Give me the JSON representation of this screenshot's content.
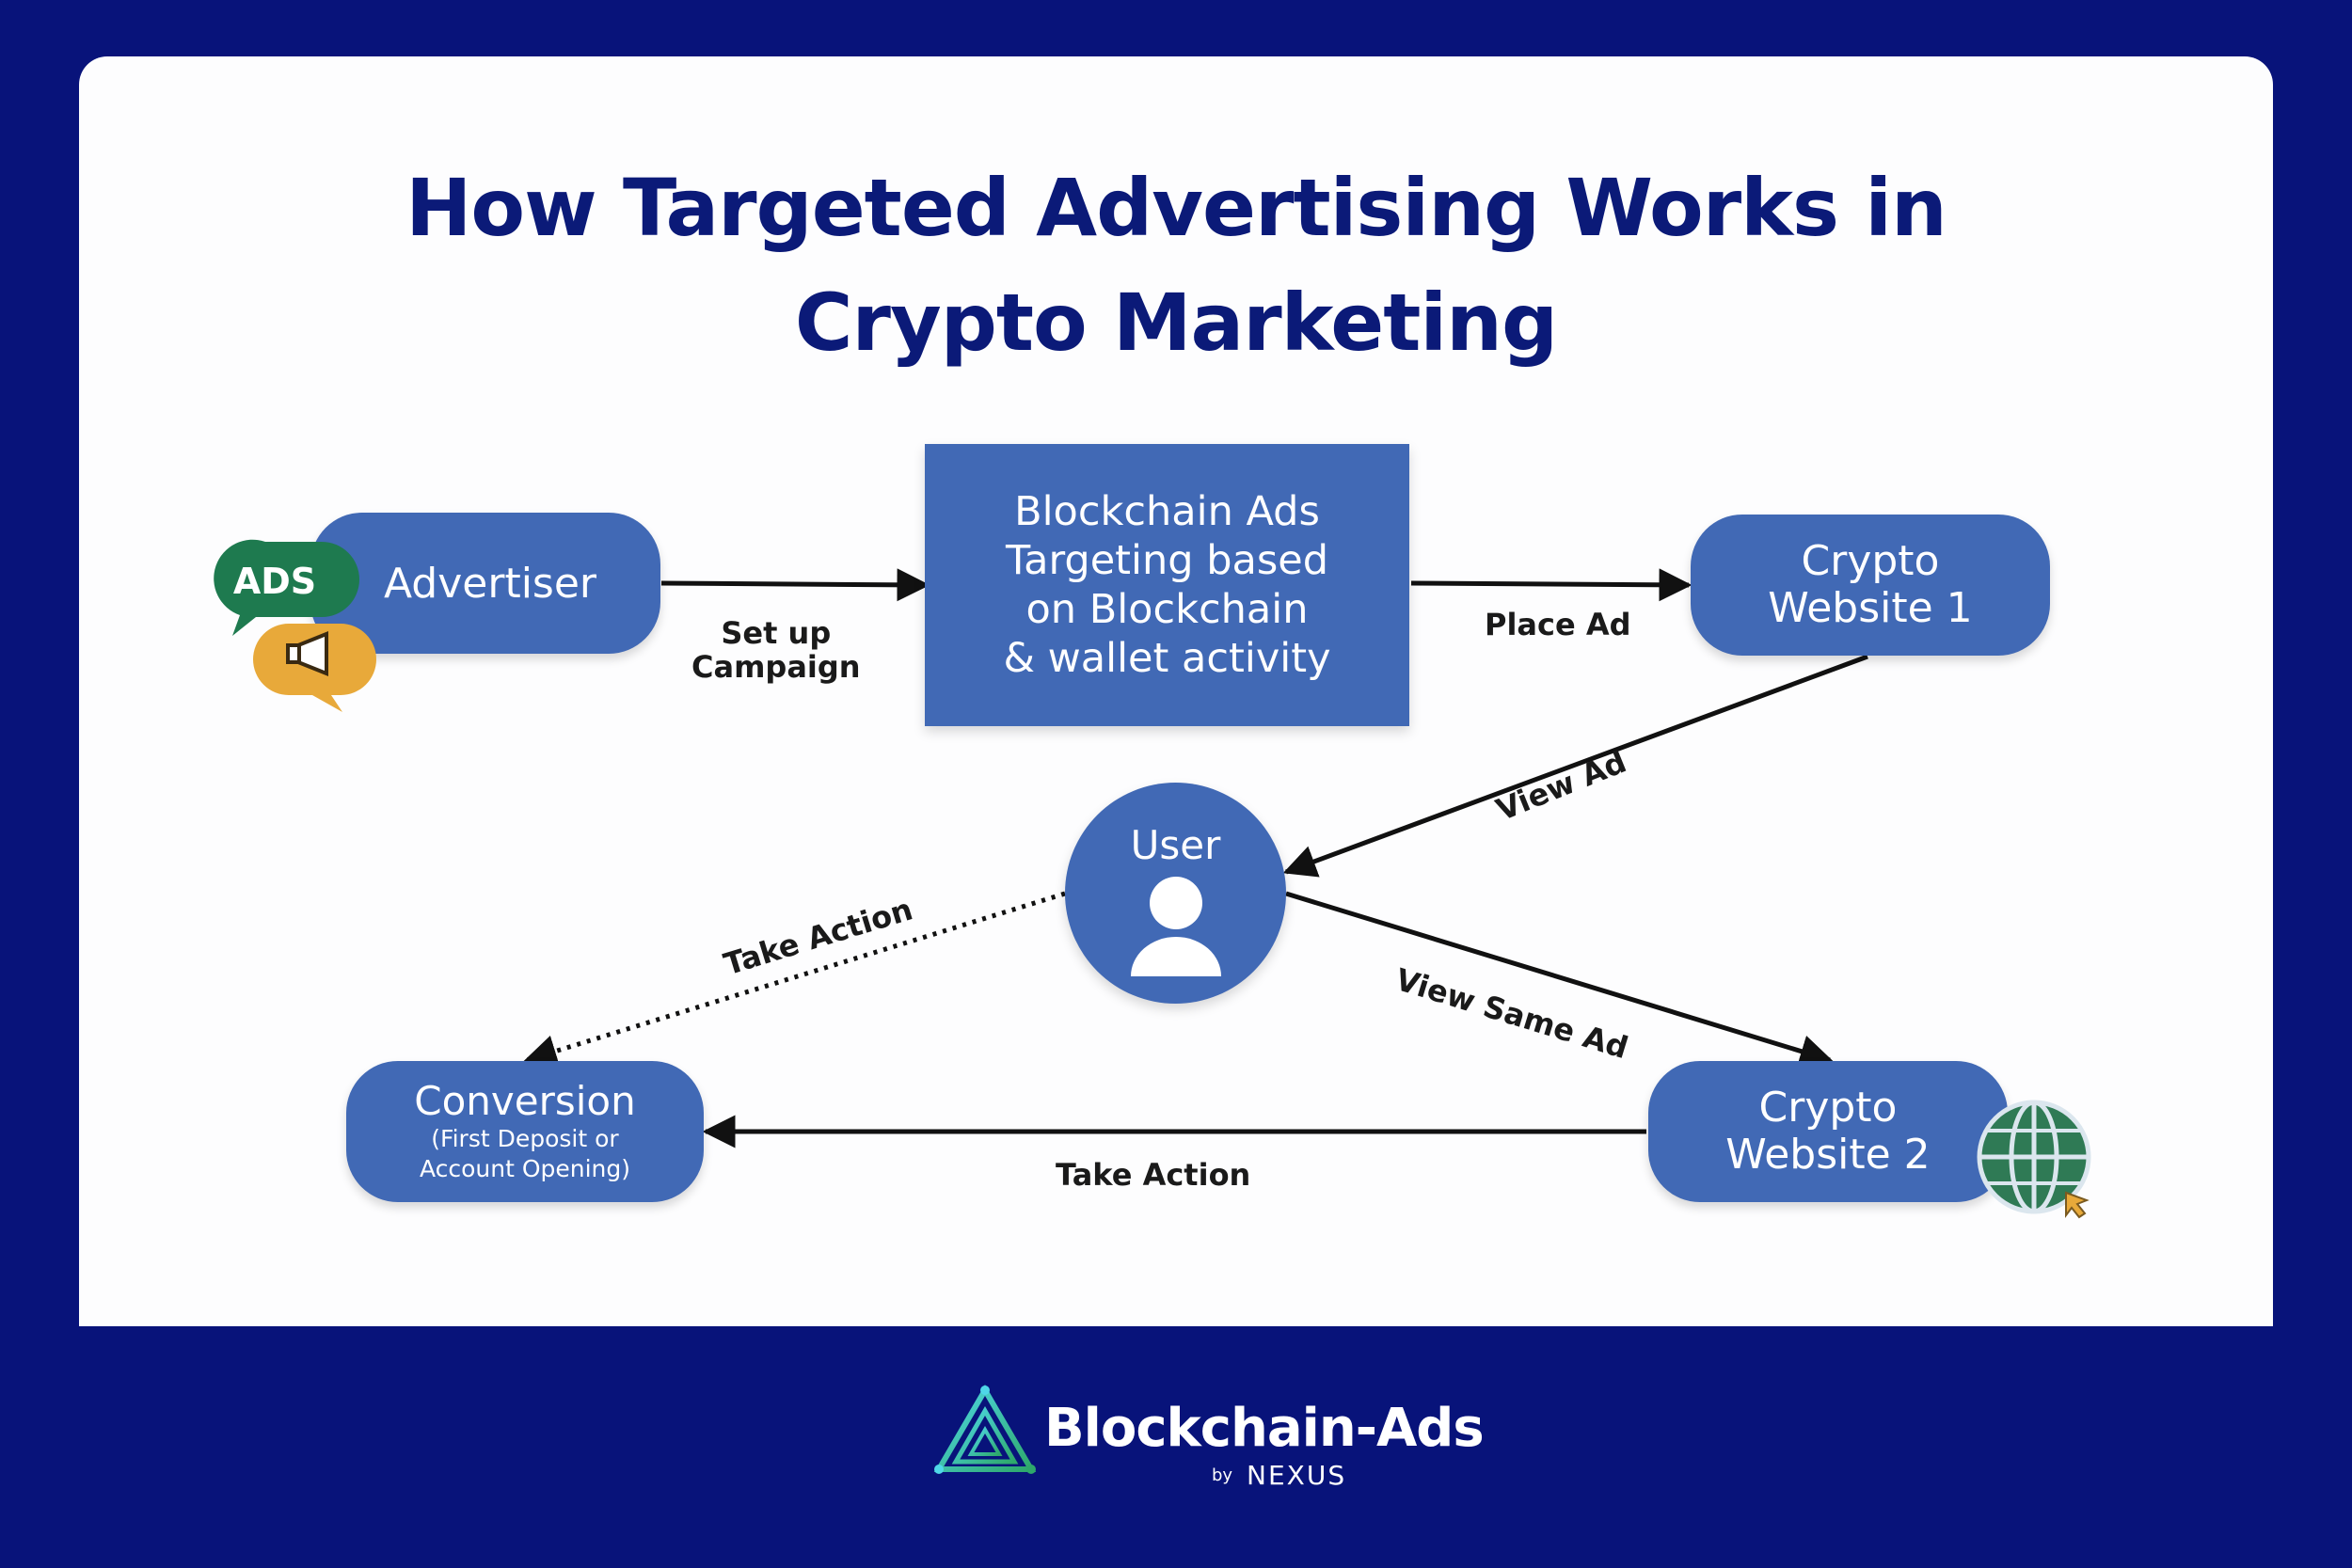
{
  "title": {
    "line1": "How Targeted Advertising Works in",
    "line2": "Crypto Marketing"
  },
  "nodes": {
    "advertiser": "Advertiser",
    "ads_badge": "ADS",
    "blockchain_box": [
      "Blockchain Ads",
      "Targeting based",
      "on Blockchain",
      "& wallet activity"
    ],
    "crypto_site_1": [
      "Crypto",
      "Website 1"
    ],
    "user": "User",
    "conversion": {
      "title": "Conversion",
      "detail": [
        "(First Deposit or",
        "Account Opening)"
      ]
    },
    "crypto_site_2": [
      "Crypto",
      "Website 2"
    ]
  },
  "edges": {
    "setup": [
      "Set up",
      "Campaign"
    ],
    "place_ad": "Place Ad",
    "view_ad": "View Ad",
    "take_action_dotted": "Take Action",
    "view_same_ad": "View  Same Ad",
    "take_action": "Take Action"
  },
  "footer": {
    "brand": "Blockchain-Ads",
    "by": "by",
    "partner": "NEXUS"
  },
  "colors": {
    "background": "#08137a",
    "node": "#4169b5",
    "title": "#0b1a78",
    "ads_badge": "#1e7a4f",
    "megaphone": "#e8a93a"
  }
}
